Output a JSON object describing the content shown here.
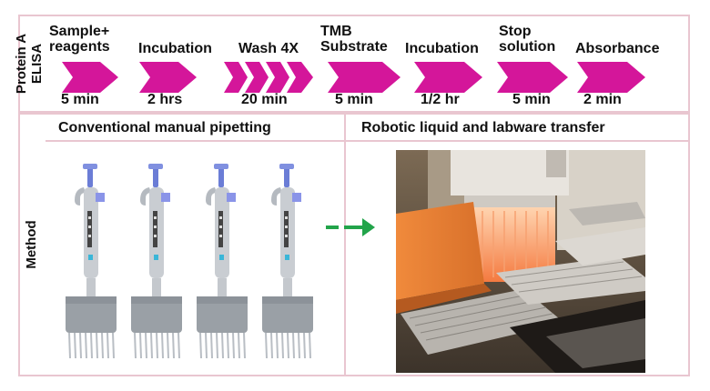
{
  "row_labels": {
    "top": [
      "Protein A",
      "ELISA"
    ],
    "bottom": "Method"
  },
  "steps": [
    {
      "label": [
        "Sample+",
        "reagents"
      ],
      "duration": "5 min",
      "arrows": 1
    },
    {
      "label": [
        "Incubation"
      ],
      "duration": "2 hrs",
      "arrows": 1
    },
    {
      "label": [
        "Wash 4X"
      ],
      "duration": "20 min",
      "arrows": 4
    },
    {
      "label": [
        "TMB",
        "Substrate"
      ],
      "duration": "5 min",
      "arrows": 1
    },
    {
      "label": [
        "Incubation"
      ],
      "duration": "1/2 hr",
      "arrows": 1
    },
    {
      "label": [
        "Stop",
        "solution"
      ],
      "duration": "5 min",
      "arrows": 1
    },
    {
      "label": [
        "Absorbance"
      ],
      "duration": "2 min",
      "arrows": 1
    }
  ],
  "methods": {
    "manual": "Conventional manual pipetting",
    "robotic": "Robotic liquid and labware transfer"
  },
  "pipette_count": 4,
  "colors": {
    "arrow": "#d4169a",
    "frame": "#e9c6d0",
    "transition_arrow": "#22a44a",
    "pipette_body": "#9aa0a6"
  }
}
